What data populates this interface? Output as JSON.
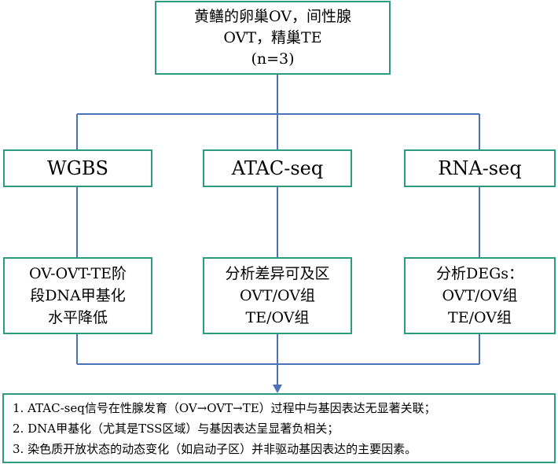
{
  "colors": {
    "box_border": "#2e9a7f",
    "connector": "#4a72b8"
  },
  "top": {
    "line1": "黄鳝的卵巢OV，间性腺",
    "line2": "OVT，精巢TE",
    "line3": "(n=3)"
  },
  "methods": {
    "wgbs": "WGBS",
    "atac": "ATAC-seq",
    "rna": "RNA-seq"
  },
  "results": {
    "wgbs": [
      "OV-OVT-TE阶",
      "段DNA甲基化",
      "水平降低"
    ],
    "atac": [
      "分析差异可及区",
      "OVT/OV组",
      "TE/OV组"
    ],
    "rna": [
      "分析DEGs：",
      "OVT/OV组",
      "TE/OV组"
    ]
  },
  "conclusions": [
    "1. ATAC-seq信号在性腺发育（OV→OVT→TE）过程中与基因表达无显著关联；",
    "2. DNA甲基化（尤其是TSS区域）与基因表达呈显著负相关；",
    "3. 染色质开放状态的动态变化（如启动子区）并非驱动基因表达的主要因素。"
  ]
}
